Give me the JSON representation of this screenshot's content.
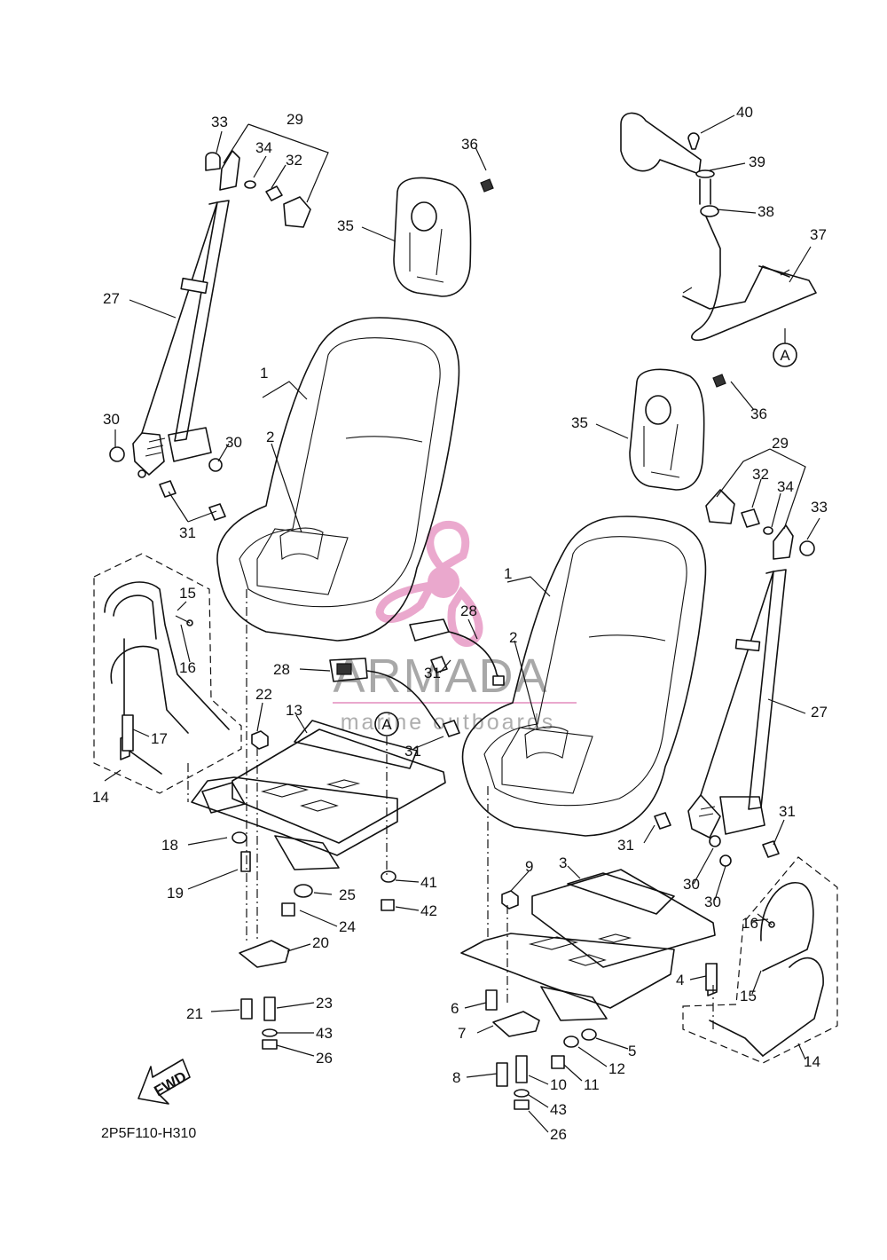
{
  "diagram": {
    "code": "2P5F110-H310",
    "fwd_label": "FWD",
    "ref_marker": "A",
    "watermark": {
      "title": "ARMADA",
      "subtitle": "marine outboards",
      "color": "#e79ac5"
    },
    "labels": [
      {
        "id": "l33a",
        "text": "33"
      },
      {
        "id": "l29a",
        "text": "29"
      },
      {
        "id": "l34a",
        "text": "34"
      },
      {
        "id": "l32a",
        "text": "32"
      },
      {
        "id": "l27a",
        "text": "27"
      },
      {
        "id": "l30a",
        "text": "30"
      },
      {
        "id": "l30b",
        "text": "30"
      },
      {
        "id": "l31a",
        "text": "31"
      },
      {
        "id": "l36a",
        "text": "36"
      },
      {
        "id": "l35a",
        "text": "35"
      },
      {
        "id": "l1a",
        "text": "1"
      },
      {
        "id": "l2a",
        "text": "2"
      },
      {
        "id": "l40",
        "text": "40"
      },
      {
        "id": "l39",
        "text": "39"
      },
      {
        "id": "l38",
        "text": "38"
      },
      {
        "id": "l37",
        "text": "37"
      },
      {
        "id": "l36b",
        "text": "36"
      },
      {
        "id": "l35b",
        "text": "35"
      },
      {
        "id": "l29b",
        "text": "29"
      },
      {
        "id": "l32b",
        "text": "32"
      },
      {
        "id": "l34b",
        "text": "34"
      },
      {
        "id": "l33b",
        "text": "33"
      },
      {
        "id": "l15a",
        "text": "15"
      },
      {
        "id": "l16a",
        "text": "16"
      },
      {
        "id": "l17",
        "text": "17"
      },
      {
        "id": "l14a",
        "text": "14"
      },
      {
        "id": "l22",
        "text": "22"
      },
      {
        "id": "l13",
        "text": "13"
      },
      {
        "id": "l28a",
        "text": "28"
      },
      {
        "id": "l28b",
        "text": "28"
      },
      {
        "id": "l31b",
        "text": "31"
      },
      {
        "id": "l31c",
        "text": "31"
      },
      {
        "id": "l1b",
        "text": "1"
      },
      {
        "id": "l2b",
        "text": "2"
      },
      {
        "id": "l27b",
        "text": "27"
      },
      {
        "id": "l18",
        "text": "18"
      },
      {
        "id": "l19",
        "text": "19"
      },
      {
        "id": "l41",
        "text": "41"
      },
      {
        "id": "l25",
        "text": "25"
      },
      {
        "id": "l42",
        "text": "42"
      },
      {
        "id": "l24",
        "text": "24"
      },
      {
        "id": "l20",
        "text": "20"
      },
      {
        "id": "l21",
        "text": "21"
      },
      {
        "id": "l23",
        "text": "23"
      },
      {
        "id": "l43a",
        "text": "43"
      },
      {
        "id": "l26a",
        "text": "26"
      },
      {
        "id": "l31d",
        "text": "31"
      },
      {
        "id": "l31e",
        "text": "31"
      },
      {
        "id": "l30c",
        "text": "30"
      },
      {
        "id": "l30d",
        "text": "30"
      },
      {
        "id": "l9",
        "text": "9"
      },
      {
        "id": "l3",
        "text": "3"
      },
      {
        "id": "l16b",
        "text": "16"
      },
      {
        "id": "l4",
        "text": "4"
      },
      {
        "id": "l15b",
        "text": "15"
      },
      {
        "id": "l6",
        "text": "6"
      },
      {
        "id": "l5",
        "text": "5"
      },
      {
        "id": "l7",
        "text": "7"
      },
      {
        "id": "l12",
        "text": "12"
      },
      {
        "id": "l14b",
        "text": "14"
      },
      {
        "id": "l11",
        "text": "11"
      },
      {
        "id": "l8",
        "text": "8"
      },
      {
        "id": "l10",
        "text": "10"
      },
      {
        "id": "l43b",
        "text": "43"
      },
      {
        "id": "l26b",
        "text": "26"
      }
    ]
  }
}
